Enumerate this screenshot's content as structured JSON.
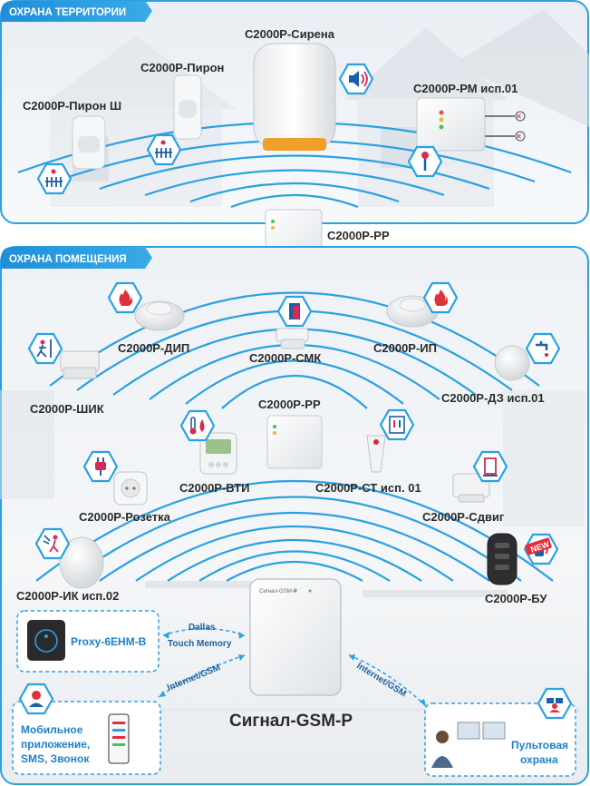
{
  "colors": {
    "accent": "#1e8fd8",
    "wave": "#2ba0e0",
    "hex_border": "#2aa1e3",
    "icon": "#1a5fa8",
    "fire": "#e0303a",
    "label": "#2b2b2b",
    "card_title": "#1e7fc8"
  },
  "section_top": {
    "title": "ОХРАНА ТЕРРИТОРИИ"
  },
  "section_bottom": {
    "title": "ОХРАНА ПОМЕЩЕНИЯ"
  },
  "outdoor": {
    "pir_w": "С2000Р-Пирон Ш",
    "pir": "С2000Р-Пирон",
    "siren": "С2000Р-Сирена",
    "rm": "С2000Р-РМ  исп.01"
  },
  "repeater_top": "С2000Р-РР",
  "indoor": {
    "dip": "С2000Р-ДИП",
    "smk": "С2000Р-СМК",
    "ip": "С2000Р-ИП",
    "shik": "С2000Р-ШИК",
    "dz": "С2000Р-ДЗ исп.01",
    "rr": "С2000Р-РР",
    "vti": "С2000Р-ВТИ",
    "st": "С2000Р-СТ исп. 01",
    "socket": "С2000Р-Розетка",
    "shift": "С2000Р-Сдвиг",
    "ik": "С2000Р-ИК исп.02",
    "bu": "С2000Р-БУ"
  },
  "panel": {
    "name": "Сигнал-GSM-Р",
    "device_label": "Сигнал-GSM-Р"
  },
  "proxy": {
    "label": "Proxy-6ЕНМ-В"
  },
  "link_dallas": {
    "line1": "Dallas",
    "line2": "Touch Memory"
  },
  "link_left": "Internet/GSM",
  "link_right": "Internet/GSM",
  "mobile": {
    "line1": "Мобильное",
    "line2": "приложение,",
    "line3": "SMS, Звонок"
  },
  "monitoring": {
    "line1": "Пультовая",
    "line2": "охрана"
  },
  "badge_new": "NEW",
  "icons": [
    "hex-fence-icon",
    "hex-fence-icon",
    "hex-speaker-icon",
    "hex-valve-icon",
    "hex-fire-icon",
    "hex-door-icon",
    "hex-fire-icon",
    "hex-person-door-icon",
    "hex-water-tap-icon",
    "hex-thermometer-icon",
    "hex-switch-icon",
    "hex-plug-icon",
    "hex-shift-icon",
    "hex-motion-icon",
    "hex-remote-icon",
    "hex-user-icon",
    "hex-operator-icon"
  ]
}
